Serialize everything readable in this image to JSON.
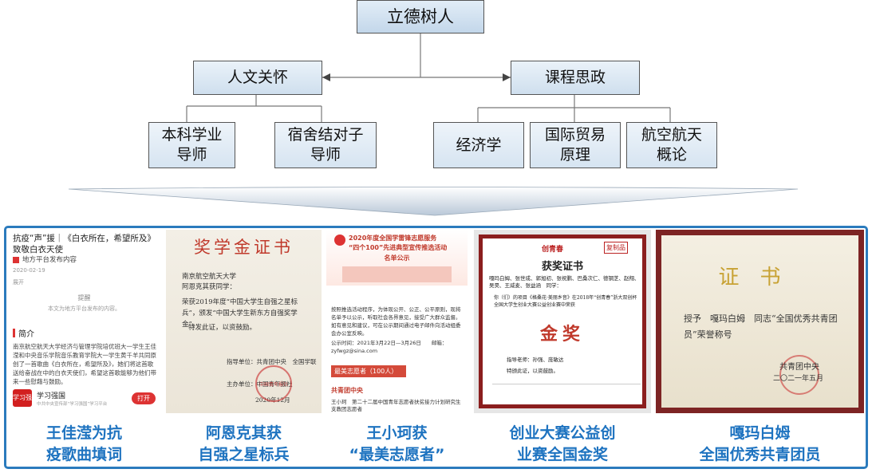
{
  "diagram": {
    "root": "立德树人",
    "branches": [
      {
        "label": "人文关怀",
        "children": [
          "本科学业\n导师",
          "宿舍结对子\n导师"
        ]
      },
      {
        "label": "课程思政",
        "children": [
          "经济学",
          "国际贸易\n原理",
          "航空航天\n概论"
        ]
      }
    ]
  },
  "photos": [
    {
      "headline": "抗疫“声”援｜《白衣所在，希望所及》致敬白衣天使",
      "source": "地方平台发布内容",
      "date": "2020-02-19",
      "expand": "展开",
      "notice_title": "提醒",
      "notice_text": "本文为地方平台发布的内容。",
      "section": "简介",
      "intro": "南京航空航天大学经济与管理学院培优班大一学生王佳滢和中央音乐学院音乐教育学院大一学生黄千羊共同原创了一首歌曲《白衣所在，希望所及》，她们将这首歌送给奋战在中的白衣天使们，希望这首歌能够为他们带来一些慰藉与鼓励。",
      "app_logo": "学习强国",
      "app_name": "学习强国",
      "app_sub": "中共中央宣传部“学习强国”学习平台",
      "open": "打开",
      "caption": "王佳滢为抗\n疫歌曲填词"
    },
    {
      "title": "奖学金证书",
      "school": "南京航空航天大学",
      "name_line": "阿恩克其获同学：",
      "body": "荣获2019年度“中国大学生自强之星标兵”，颁发“中国大学生新东方自强奖学金”。",
      "body2": "特发此证，以资鼓励。",
      "issuer": "指导单位：共青团中央　全国学联",
      "host": "主办单位：中国青年报社",
      "date": "2020年12月",
      "seal": "中国青年报社",
      "caption": "阿恩克其获\n自强之星标兵"
    },
    {
      "banner_year": "2020年度全国学雷锋志愿服务",
      "banner_main": "“四个100”先进典型宣传推选活动",
      "banner_sub": "名单公示",
      "p1": "按照推选活动程序，为体现公开、公正、公平原则，现将名单予以公示，听取社会各界意见，接受广大群众监督。如有意见和建议，可在公示期间通过电子邮件向活动组委会办公室反映。",
      "p2": "公示时间：2021年3月22日—3月26日　　邮箱：",
      "email": "zyfwgz@sina.com",
      "tag": "最美志愿者（100人）",
      "org": "共青团中央",
      "entry": "王小珂　第二十二届中国青年志愿者扶贫接力计划研究生支教团志愿者",
      "caption": "王小珂获\n“最美志愿者”"
    },
    {
      "logo": "创青春",
      "stamp": "复制品",
      "title": "获奖证书",
      "names": "嘎玛白姆、张世成、郭旭初、张祝鹏、巴桑次仁、德钢芝、赵翔、吴昊、王威麦、张益涵　同学：",
      "body": "你（们）的项目《格桑花·美丽乡音》在2018年“创青春”浙大双创杯全国大学生创业大赛公益创业赛中荣获",
      "award": "金奖",
      "issuer": "指导老师：孙强、庞敏达",
      "closing": "特颁此证，以资鼓励。",
      "caption": "创业大赛公益创\n业赛全国金奖"
    },
    {
      "title": "证书",
      "body": "授予　嘎玛白姆　同志“全国优秀共青团员”荣誉称号",
      "issuer": "共青团中央",
      "date": "二〇二一年五月",
      "caption": "嘎玛白姆\n全国优秀共青团员"
    }
  ],
  "colors": {
    "caption": "#1e73c0",
    "frame": "#2b7bbd",
    "box_border": "#555555"
  }
}
